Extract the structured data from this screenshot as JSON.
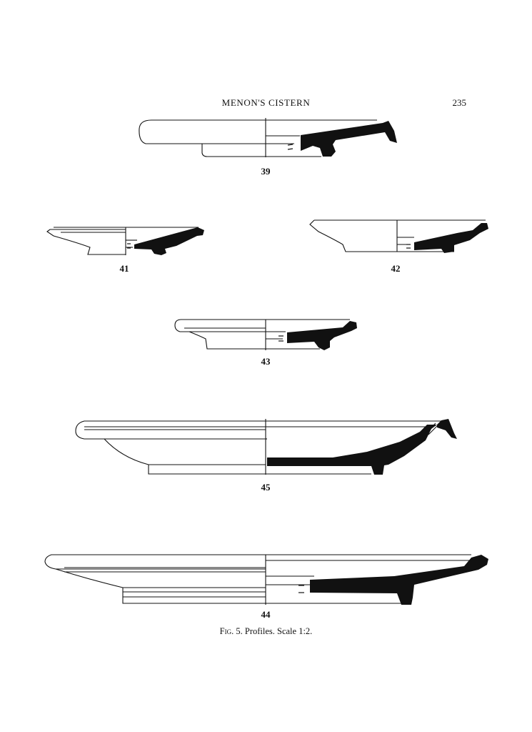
{
  "header": {
    "title": "MENON'S CISTERN",
    "page_number": "235"
  },
  "profiles": [
    {
      "id": "p39",
      "label": "39"
    },
    {
      "id": "p41",
      "label": "41"
    },
    {
      "id": "p42",
      "label": "42"
    },
    {
      "id": "p43",
      "label": "43"
    },
    {
      "id": "p45",
      "label": "45"
    },
    {
      "id": "p44",
      "label": "44"
    }
  ],
  "caption": {
    "fig_label": "Fig. 5.",
    "text": "Profiles.  Scale 1:2."
  }
}
